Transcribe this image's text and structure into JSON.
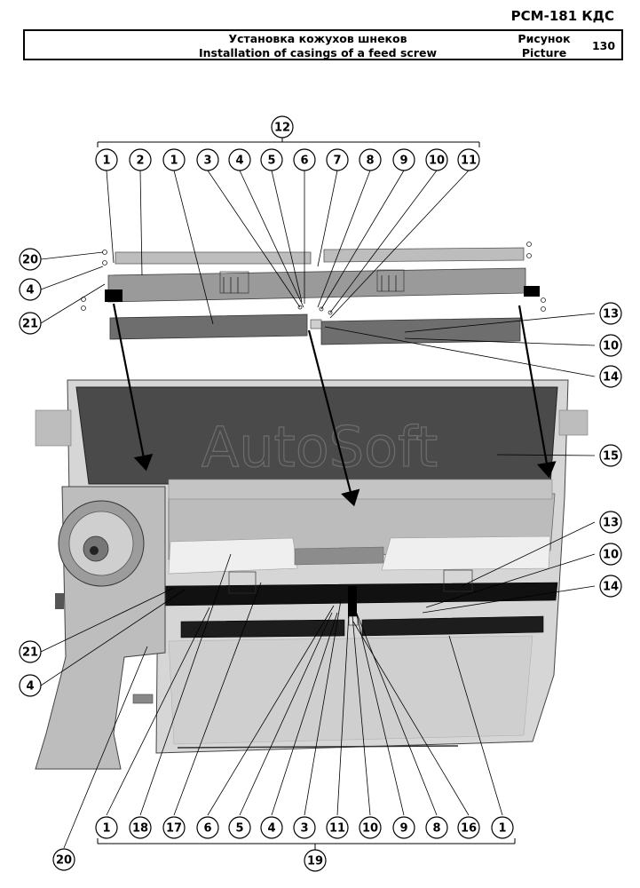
{
  "header": {
    "model": "РСМ-181 КДС",
    "title_ru": "Установка кожухов шнеков",
    "title_en": "Installation of casings of a feed screw",
    "figure_label_ru": "Рисунок",
    "figure_label_en": "Picture",
    "figure_number": "130"
  },
  "watermark": "AutoSoft",
  "callouts": {
    "group_top": "12",
    "group_bottom": "19",
    "top_row": [
      "1",
      "2",
      "1",
      "3",
      "4",
      "5",
      "6",
      "7",
      "8",
      "9",
      "10",
      "11"
    ],
    "bottom_row": [
      "1",
      "18",
      "17",
      "6",
      "5",
      "4",
      "3",
      "11",
      "10",
      "9",
      "8",
      "16",
      "1"
    ],
    "left_upper": [
      "20",
      "4",
      "21"
    ],
    "left_lower": [
      "21",
      "4"
    ],
    "bottom_left": "20",
    "right_upper": [
      "13",
      "10",
      "14"
    ],
    "right_middle": [
      "15"
    ],
    "right_lower": [
      "13",
      "10",
      "14"
    ]
  }
}
